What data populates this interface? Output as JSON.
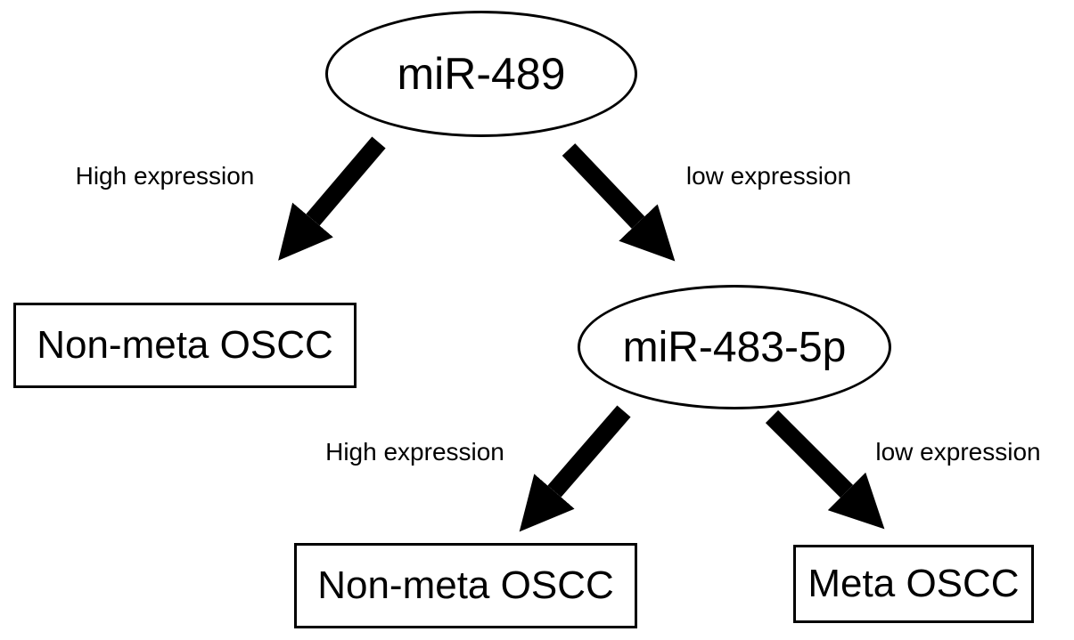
{
  "diagram": {
    "type": "flowchart",
    "colors": {
      "ink": "#000000",
      "background": "#ffffff"
    },
    "nodes": {
      "mir489": {
        "label": "miR-489",
        "shape": "ellipse"
      },
      "non_meta_oscc_1": {
        "label": "Non-meta OSCC",
        "shape": "rectangle"
      },
      "mir483_5p": {
        "label": "miR-483-5p",
        "shape": "ellipse"
      },
      "non_meta_oscc_2": {
        "label": "Non-meta OSCC",
        "shape": "rectangle"
      },
      "meta_oscc": {
        "label": "Meta OSCC",
        "shape": "rectangle"
      }
    },
    "edges": {
      "mir489_high": {
        "label": "High expression",
        "from": "miR-489",
        "to": "Non-meta OSCC"
      },
      "mir489_low": {
        "label": "low expression",
        "from": "miR-489",
        "to": "miR-483-5p"
      },
      "mir483_high": {
        "label": "High expression",
        "from": "miR-483-5p",
        "to": "Non-meta OSCC"
      },
      "mir483_low": {
        "label": "low expression",
        "from": "miR-483-5p",
        "to": "Meta OSCC"
      }
    }
  }
}
